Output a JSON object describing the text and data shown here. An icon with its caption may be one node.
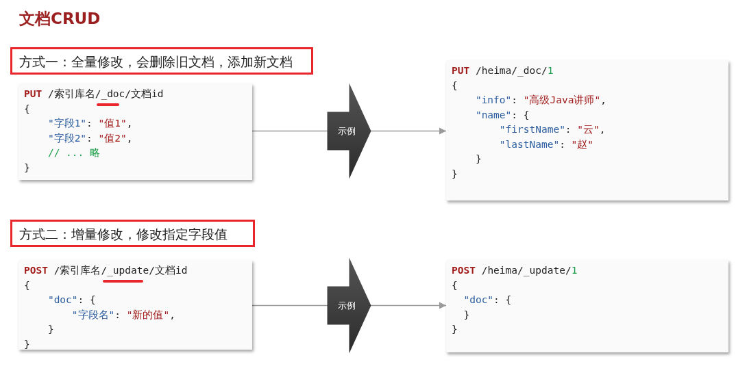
{
  "diagram": {
    "title": "文档CRUD",
    "nodes": [
      {
        "text": [
          "方式一：全量修改，会删除旧文档，添加新文档"
        ]
      },
      {
        "text": [
          "PUT /索引库名/_doc/文档id",
          "{",
          "\"字段1\": \"值1\",",
          "\"字段2\": \"值2\",",
          "// ... 略",
          "}"
        ]
      },
      {
        "text": [
          "PUT /heima/_doc/1",
          "{",
          "\"info\": \"高级Java讲师\",",
          "\"name\": {",
          "\"firstName\": \"云\",",
          "\"lastName\": \"赵\"",
          "}",
          "}"
        ]
      },
      {
        "text": [
          "方式二：增量修改，修改指定字段值"
        ]
      },
      {
        "text": [
          "POST /索引库名/_update/文档id",
          "{",
          "\"doc\": {",
          "\"字段名\": \"新的值\",",
          "}",
          "}"
        ]
      },
      {
        "text": [
          "POST /heima/_update/1",
          "{",
          "\"doc\": {",
          "}",
          "}"
        ]
      }
    ],
    "edges": [
      {
        "from": 1,
        "to": 2,
        "arrow": "to",
        "label": "示例"
      },
      {
        "from": 4,
        "to": 5,
        "arrow": "to",
        "label": "示例"
      }
    ]
  }
}
